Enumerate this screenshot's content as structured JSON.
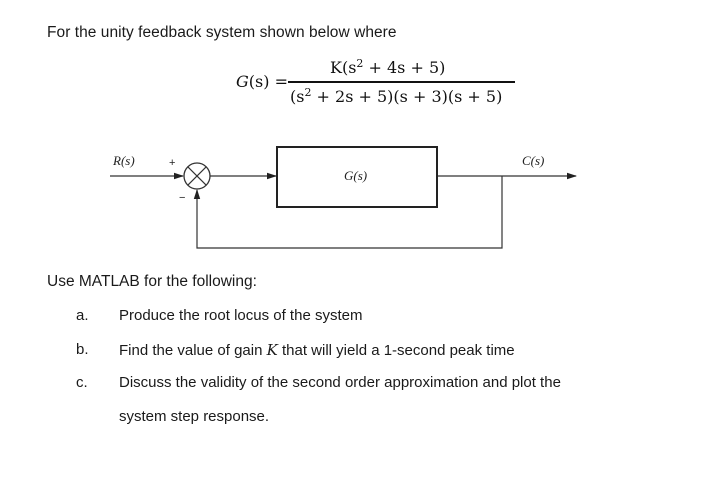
{
  "problem": {
    "intro": "For the unity feedback system shown below where",
    "equation": {
      "lhs": "G(s) =",
      "lhs_var": "G",
      "lhs_arg": "(s)",
      "equals": "=",
      "numerator_parts": [
        "K(s",
        "2",
        " + 4s + 5)"
      ],
      "denominator_parts": [
        "(s",
        "2",
        " + 2s + 5)(s + 3)(s + 5)"
      ]
    },
    "block_diagram": {
      "input_label": "R(s)",
      "output_label": "C(s)",
      "block_label": "G(s)",
      "plus_sign": "+",
      "minus_sign": "−"
    },
    "section_heading": "Use MATLAB for the following:",
    "items": [
      {
        "letter": "a.",
        "text": "Produce the root locus of the system"
      },
      {
        "letter": "b.",
        "text_before": "Find the value of gain ",
        "variable": "K",
        "text_after": " that will yield a 1-second peak time"
      },
      {
        "letter": "c.",
        "text": "Discuss the validity of the second order approximation and plot the",
        "continuation": "system step response."
      }
    ]
  }
}
